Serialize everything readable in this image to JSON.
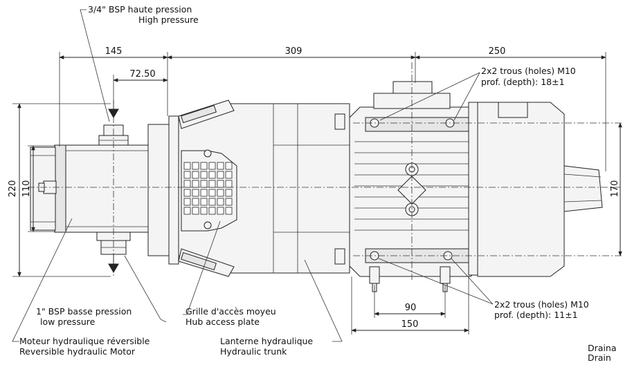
{
  "dimensions": {
    "d145": "145",
    "d309": "309",
    "d250": "250",
    "d72_50": "72.50",
    "d220": "220",
    "d110": "110",
    "d170": "170",
    "d90": "90",
    "d150": "150"
  },
  "labels": {
    "high_pressure_fr": "3/4\" BSP haute pression",
    "high_pressure_en": "High pressure",
    "holes_top_fr": "2x2 trous (holes) M10",
    "holes_top_en": "prof. (depth): 18±1",
    "holes_bottom_fr": "2x2 trous (holes) M10",
    "holes_bottom_en": "prof. (depth): 11±1",
    "low_pressure_fr": "1\" BSP basse pression",
    "low_pressure_en": "low pressure",
    "hub_access_fr": "Grille d'accès moyeu",
    "hub_access_en": "Hub access plate",
    "motor_fr": "Moteur hydraulique réversible",
    "motor_en": "Reversible hydraulic Motor",
    "trunk_fr": "Lanterne hydraulique",
    "trunk_en": "Hydraulic trunk",
    "drain_fr": "Draina",
    "drain_en": "Drain"
  },
  "colors": {
    "line": "#222222",
    "part_fill": "#f4f4f4",
    "background": "#ffffff"
  }
}
